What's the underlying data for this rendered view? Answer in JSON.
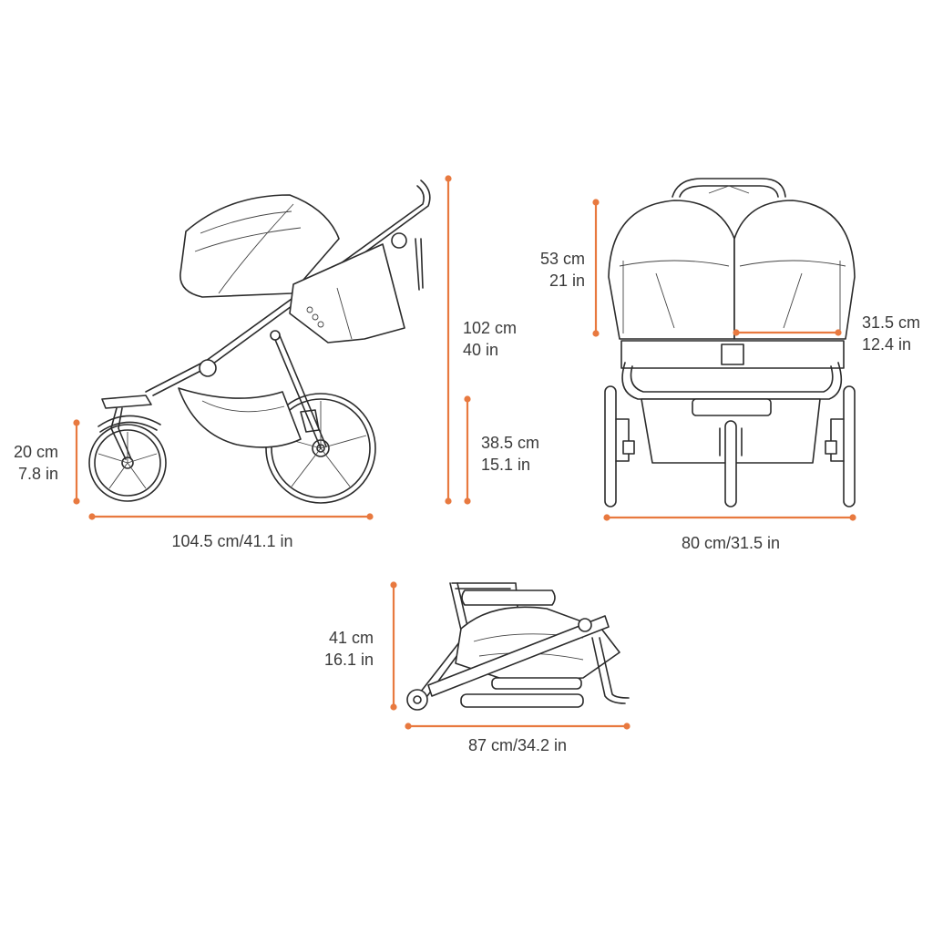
{
  "colors": {
    "dimension": "#e8793f",
    "line_art": "#2b2b2b",
    "text": "#3a3a3a",
    "background": "#ffffff"
  },
  "side_view": {
    "front_wheel_height": {
      "cm": "20 cm",
      "in": "7.8 in"
    },
    "handle_height": {
      "cm": "102 cm",
      "in": "40 in"
    },
    "seat_height": {
      "cm": "38.5 cm",
      "in": "15.1 in"
    },
    "length": "104.5 cm/41.1 in"
  },
  "front_view": {
    "seat_back_height": {
      "cm": "53 cm",
      "in": "21 in"
    },
    "seat_width": {
      "cm": "31.5 cm",
      "in": "12.4 in"
    },
    "width": "80 cm/31.5 in"
  },
  "folded_view": {
    "height": {
      "cm": "41 cm",
      "in": "16.1 in"
    },
    "length": "87 cm/34.2 in"
  }
}
